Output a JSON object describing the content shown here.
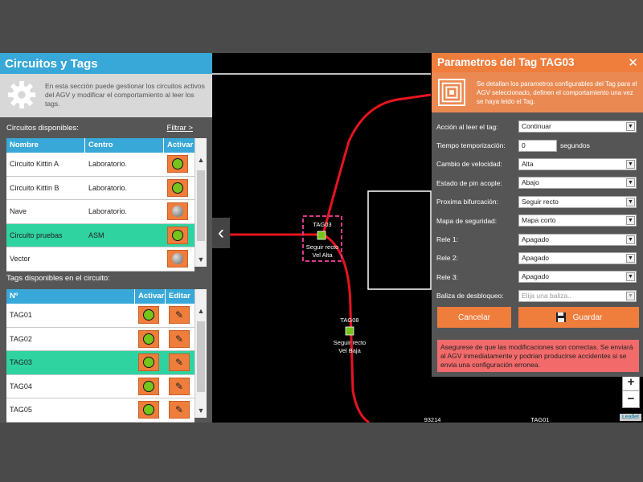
{
  "left": {
    "title": "Circuitos y Tags",
    "info": "En esta sección puede gestionar los circuitos activos del AGV y modificar el comportamiento al leer los tags.",
    "circuits_label": "Circuitos disponibles:",
    "filter_link": "Filtrar >",
    "circuits_headers": [
      "Nombre",
      "Centro",
      "Activar"
    ],
    "circuits": [
      {
        "name": "Circuito Kittin A",
        "center": "Laboratorio.",
        "state": "check",
        "selected": false
      },
      {
        "name": "Circuito Kittin B",
        "center": "Laboratorio.",
        "state": "check",
        "selected": false
      },
      {
        "name": "Nave",
        "center": "Laboratorio.",
        "state": "off",
        "selected": false
      },
      {
        "name": "Circuito pruebas",
        "center": "ASM",
        "state": "check",
        "selected": true
      },
      {
        "name": "Vector",
        "center": "",
        "state": "off",
        "selected": false
      }
    ],
    "tags_label": "Tags disponibles en el circuito:",
    "tags_headers": [
      "Nº",
      "Activar",
      "Editar"
    ],
    "tags": [
      {
        "name": "TAG01",
        "selected": false
      },
      {
        "name": "TAG02",
        "selected": false
      },
      {
        "name": "TAG03",
        "selected": true
      },
      {
        "name": "TAG04",
        "selected": false
      },
      {
        "name": "TAG05",
        "selected": false
      }
    ]
  },
  "map": {
    "tag03": {
      "name": "TAG03",
      "line1": "Seguir recto",
      "line2": "Vel Alta"
    },
    "tag08": {
      "name": "TAG08",
      "line1": "Seguir recto",
      "line2": "Vel Baja"
    },
    "bottom_labels": [
      "93214",
      "TAG01"
    ],
    "zoom_in": "+",
    "zoom_out": "−",
    "attribution": "Leaflet"
  },
  "dialog": {
    "title": "Parametros del Tag TAG03",
    "close": "✕",
    "info": "Se detallan los parametros configurables del Tag para el AGV seleccionado, definen el comportamiento una vez se haya leido el Tag.",
    "fields": {
      "accion": {
        "label": "Acción al leer el tag:",
        "value": "Continuar"
      },
      "tiempo": {
        "label": "Tiempo temporización:",
        "value": "0",
        "unit": "segundos"
      },
      "velocidad": {
        "label": "Cambio de velocidad:",
        "value": "Alta"
      },
      "pin": {
        "label": "Estado de pin acople:",
        "value": "Abajo"
      },
      "bifurcacion": {
        "label": "Proxima bifurcación:",
        "value": "Seguir recto"
      },
      "seguridad": {
        "label": "Mapa de seguridad:",
        "value": "Mapa corto"
      },
      "rele1": {
        "label": "Rele 1:",
        "value": "Apagado"
      },
      "rele2": {
        "label": "Rele 2:",
        "value": "Apagado"
      },
      "rele3": {
        "label": "Rele 3:",
        "value": "Apagado"
      },
      "baliza": {
        "label": "Baliza de desbloqueo:",
        "placeholder": "Elija una baliza.."
      }
    },
    "cancel": "Cancelar",
    "save": "Guardar",
    "warning": "Asegurese de que las modificaciones son correctas. Se enviará al AGV inmediatamente y podrian producirse accidentes si se envia una configuración erronea."
  },
  "colors": {
    "accent_blue": "#38a8d8",
    "accent_orange": "#ef7d3c",
    "selected_green": "#2fd3a0",
    "route_red": "#e8141e"
  }
}
